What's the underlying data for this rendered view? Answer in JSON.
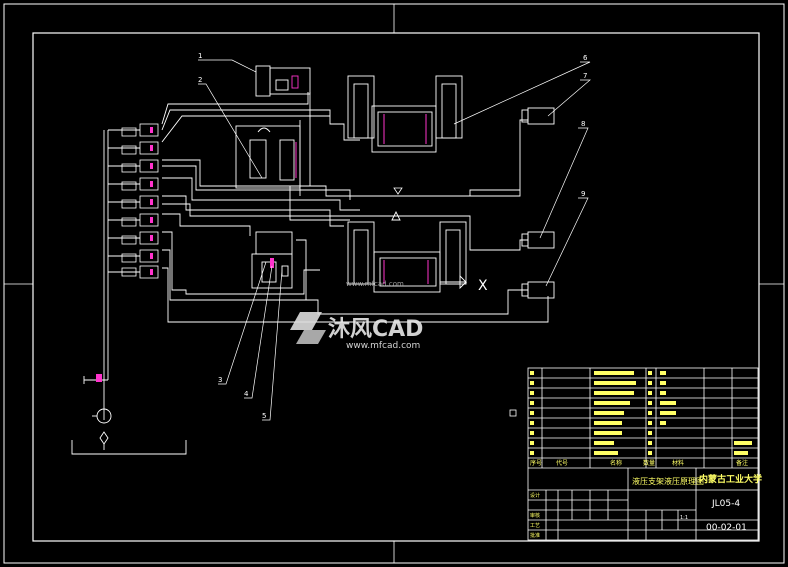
{
  "drawing": {
    "callouts": [
      "1",
      "2",
      "3",
      "4",
      "5",
      "6",
      "7",
      "8",
      "9"
    ],
    "cross_mark": "X"
  },
  "title_block": {
    "main_title": "液压支架液压原理图",
    "school": "内蒙古工业大学",
    "drawing_code": "JL05-4",
    "drawing_number": "00-02-01",
    "header_seq": "序号",
    "header_code": "代号",
    "header_name": "名称",
    "header_qty": "数量",
    "header_material": "材料",
    "header_remark": "备注",
    "scale": "1:1",
    "row_designer": "设计",
    "row_review": "审核",
    "row_craft": "工艺",
    "row_approve": "批准"
  },
  "watermark": {
    "brand": "沐风CAD",
    "url": "www.mfcad.com",
    "center_text": "www.mfcad.com"
  },
  "colors": {
    "line": "#ffffff",
    "accent_magenta": "#ff33cc",
    "accent_yellow": "#ffff66",
    "background": "#000000"
  }
}
